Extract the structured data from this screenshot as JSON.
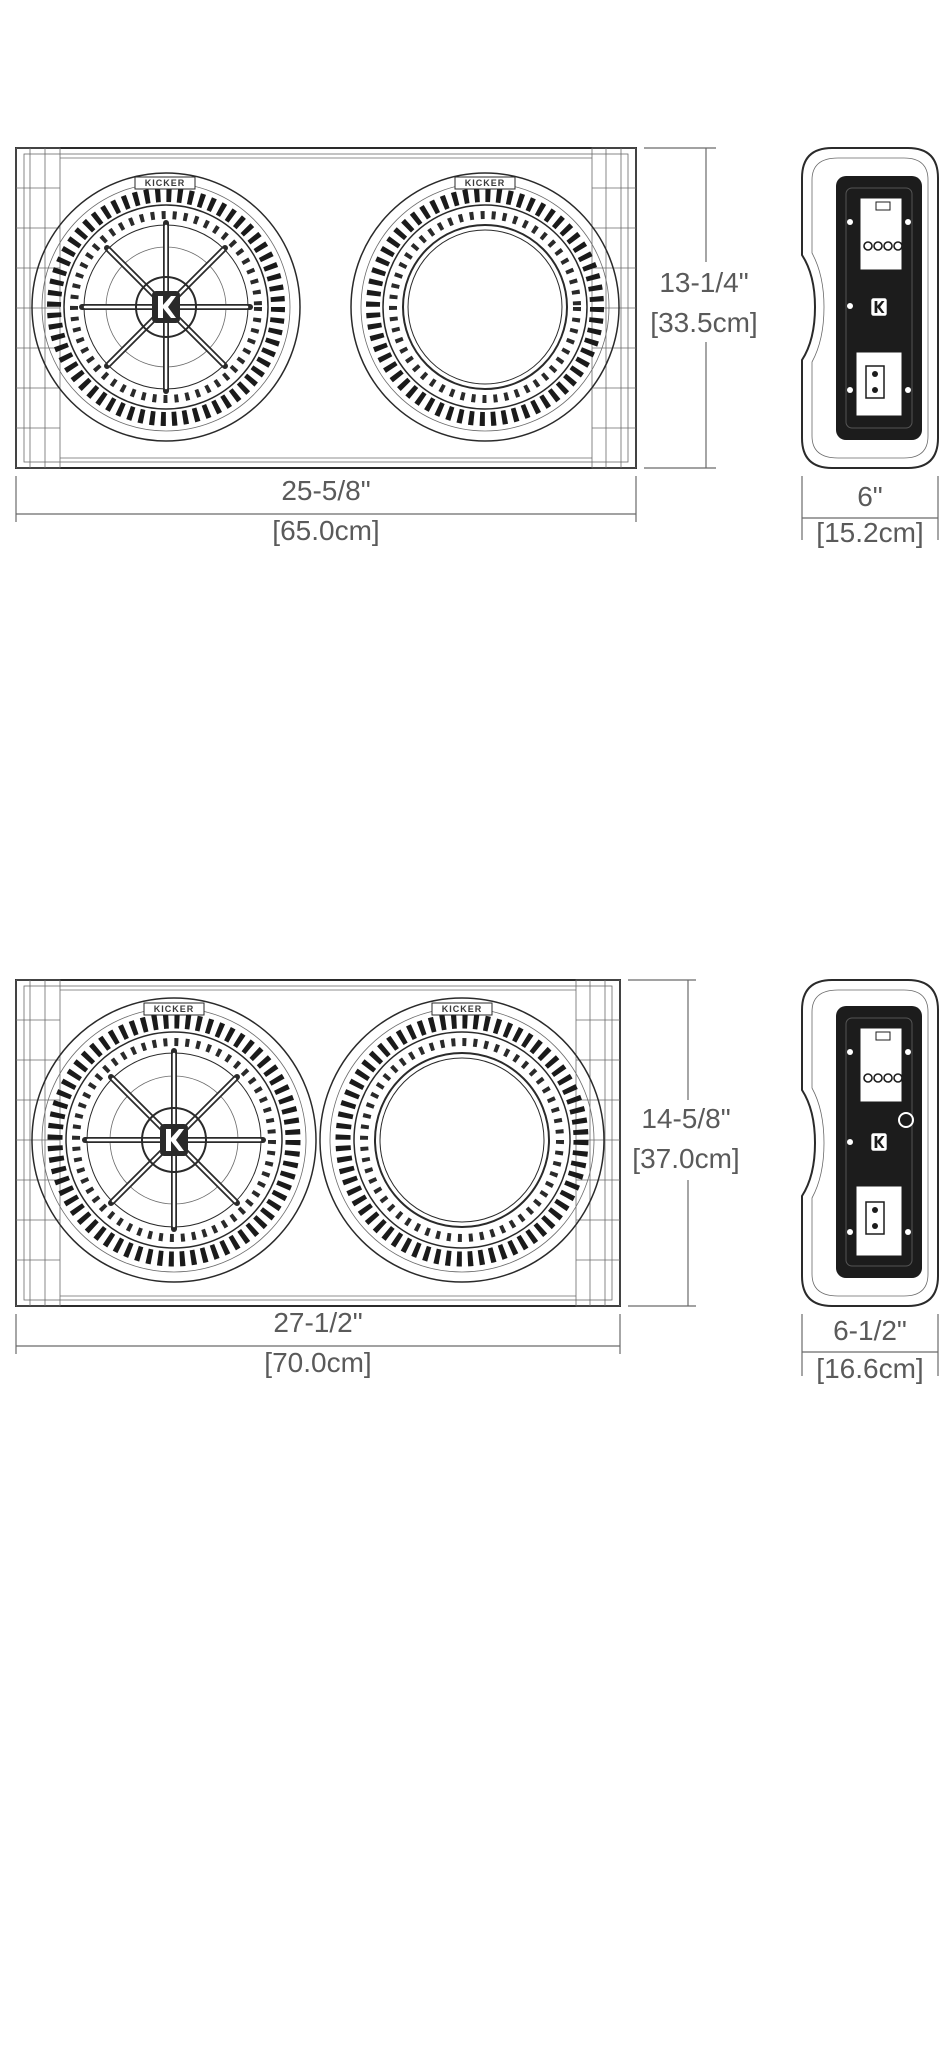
{
  "colors": {
    "ink": "#2a2a2a",
    "dim": "#6a6a6a",
    "panel": "#1c1c1c",
    "background": "#ffffff"
  },
  "icons": [
    "kicker-k-logo-icon",
    "speaker-terminal-icon"
  ],
  "drawings": [
    {
      "id": "small",
      "front": {
        "brand_left": "KICKER",
        "brand_right": "KICKER",
        "width_in": "25-5/8\"",
        "width_cm": "[65.0cm]",
        "height_in": "13-1/4\"",
        "height_cm": "[33.5cm]"
      },
      "side": {
        "depth_in": "6\"",
        "depth_cm": "[15.2cm]"
      }
    },
    {
      "id": "large",
      "front": {
        "brand_left": "KICKER",
        "brand_right": "KICKER",
        "width_in": "27-1/2\"",
        "width_cm": "[70.0cm]",
        "height_in": "14-5/8\"",
        "height_cm": "[37.0cm]"
      },
      "side": {
        "depth_in": "6-1/2\"",
        "depth_cm": "[16.6cm]"
      }
    }
  ]
}
